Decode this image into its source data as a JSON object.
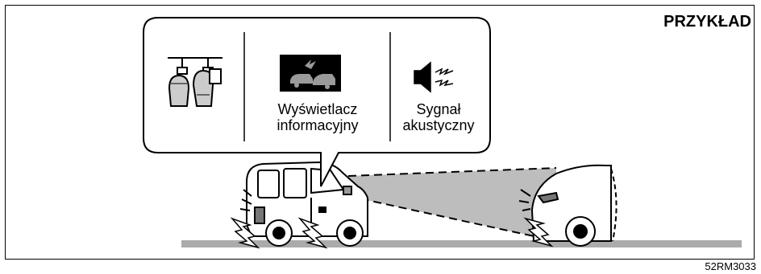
{
  "title": "PRZYKŁAD",
  "callout": {
    "display_label_line1": "Wyświetlacz",
    "display_label_line2": "informacyjny",
    "sound_label_line1": "Sygnał",
    "sound_label_line2": "akustyczny"
  },
  "figure_code": "52RM3033",
  "icons": [
    "pedals-icon",
    "collision-display-icon",
    "speaker-sound-icon",
    "own-car-icon",
    "vehicle-ahead-icon",
    "warning-sensor-beam"
  ]
}
